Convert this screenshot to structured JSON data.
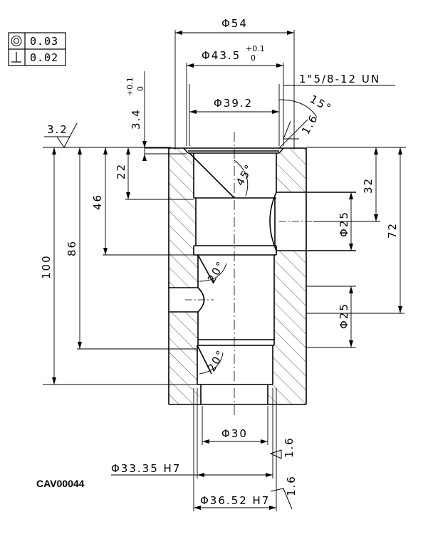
{
  "drawing": {
    "code": "CAV00044",
    "tolerance_frame": {
      "rows": [
        {
          "symbol": "concentricity-icon",
          "value": "0.03"
        },
        {
          "symbol": "perpendicularity-icon",
          "value": "0.02"
        }
      ]
    },
    "dimensions": {
      "d54": "Φ54",
      "d43": "Φ43.5",
      "d43_tol_upper": "+0.1",
      "d43_tol_lower": "0",
      "thread": "1\"5/8-12 UN",
      "d392": "Φ39.2",
      "chamfer_angle": "15°",
      "rough_thread": "1.6",
      "depth_34": "3.4",
      "depth_34_tol_upper": "+0.1",
      "depth_34_tol_lower": "0",
      "rough_top": "3.2",
      "h22": "22",
      "h46": "46",
      "h86": "86",
      "h100": "100",
      "h32": "32",
      "h72": "72",
      "a45": "45°",
      "a20_mid": "20°",
      "a20_low": "20°",
      "port_top": "Φ25",
      "port_mid": "Φ25",
      "d30": "Φ30",
      "rough_3335": "1.6",
      "d3335": "Φ33.35 H7",
      "rough_3652": "1.6",
      "d3652": "Φ36.52 H7"
    }
  }
}
